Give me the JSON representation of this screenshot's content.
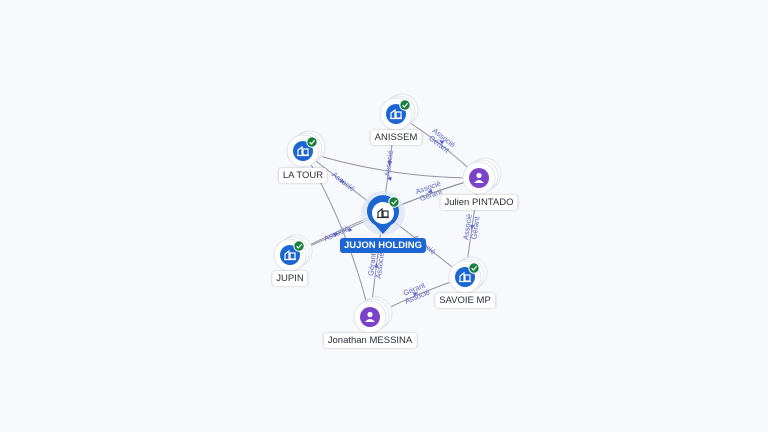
{
  "colors": {
    "edge": "#8f95a3",
    "company": "#1b66d2",
    "person": "#7b43c9",
    "check": "#17813b",
    "edge_label": "#5a63c9",
    "bg": "#f8f9fc"
  },
  "nodes": [
    {
      "id": "jujon",
      "label": "JUJON HOLDING",
      "kind": "company-main",
      "verified": true,
      "icon": "building-icon"
    },
    {
      "id": "anissem",
      "label": "ANISSEM",
      "kind": "company",
      "verified": true,
      "icon": "building-icon"
    },
    {
      "id": "latour",
      "label": "LA TOUR",
      "kind": "company",
      "verified": true,
      "icon": "building-icon"
    },
    {
      "id": "julien",
      "label": "Julien PINTADO",
      "kind": "person",
      "verified": false,
      "icon": "person-icon"
    },
    {
      "id": "jupin",
      "label": "JUPIN",
      "kind": "company",
      "verified": true,
      "icon": "building-icon"
    },
    {
      "id": "savoie",
      "label": "SAVOIE MP",
      "kind": "company",
      "verified": true,
      "icon": "building-icon"
    },
    {
      "id": "jonathan",
      "label": "Jonathan MESSINA",
      "kind": "person",
      "verified": false,
      "icon": "person-icon"
    }
  ],
  "edges": [
    {
      "from": "julien",
      "to": "anissem",
      "labels": [
        "Gérant",
        "Associé"
      ]
    },
    {
      "from": "julien",
      "to": "jujon",
      "labels": [
        "Gérant",
        "Associé"
      ]
    },
    {
      "from": "julien",
      "to": "savoie",
      "labels": [
        "Gérant",
        "Associé"
      ]
    },
    {
      "from": "julien",
      "to": "latour",
      "labels": []
    },
    {
      "from": "julien",
      "to": "jupin",
      "labels": []
    },
    {
      "from": "jonathan",
      "to": "jujon",
      "labels": [
        "Gérant",
        "Associé"
      ]
    },
    {
      "from": "jonathan",
      "to": "savoie",
      "labels": [
        "Gérant",
        "Associé"
      ]
    },
    {
      "from": "jonathan",
      "to": "latour",
      "labels": []
    },
    {
      "from": "latour",
      "to": "jujon",
      "labels": [
        "Associé"
      ]
    },
    {
      "from": "jupin",
      "to": "jujon",
      "labels": [
        "Associé"
      ]
    },
    {
      "from": "jujon",
      "to": "savoie",
      "labels": [
        "Associé"
      ]
    },
    {
      "from": "anissem",
      "to": "jujon",
      "labels": [
        "Associé"
      ]
    }
  ]
}
